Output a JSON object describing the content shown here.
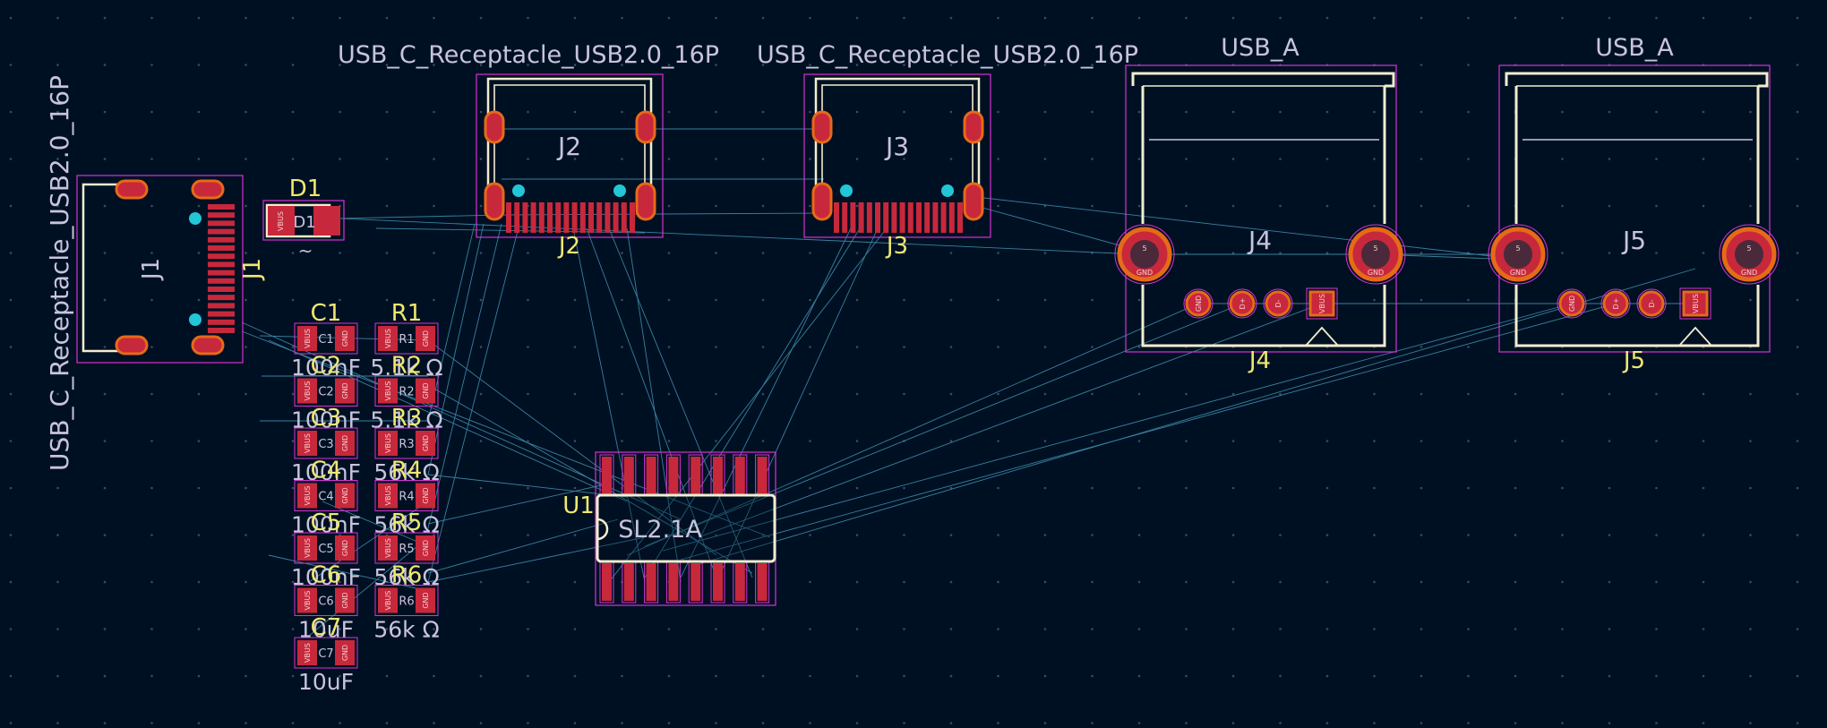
{
  "colors": {
    "background": "#001023",
    "grid": "#3c4a66",
    "courtyard": "#d633d6",
    "silkscreen": "#f2edcf",
    "pad_fill": "#c8283c",
    "pad_ring": "#e66a18",
    "via": "#22c6d6",
    "ratsnest": "#4aa7c8",
    "reference_text": "#f0e870",
    "fab_text": "#c8c4dc"
  },
  "footprints": {
    "j1": {
      "ref": "J1",
      "fab_ref": "J1",
      "value": "USB_C_Receptacle_USB2.0_16P"
    },
    "j2": {
      "ref": "J2",
      "fab_ref": "J2",
      "value": "USB_C_Receptacle_USB2.0_16P"
    },
    "j3": {
      "ref": "J3",
      "fab_ref": "J3",
      "value": "USB_C_Receptacle_USB2.0_16P"
    },
    "j4": {
      "ref": "J4",
      "fab_ref": "J4",
      "value": "USB_A",
      "pins": [
        "GND",
        "D+",
        "D-",
        "VBUS"
      ],
      "shield_num": "5",
      "shield_net": "GND"
    },
    "j5": {
      "ref": "J5",
      "fab_ref": "J5",
      "value": "USB_A",
      "pins": [
        "GND",
        "D+",
        "D-",
        "VBUS"
      ],
      "shield_num": "5",
      "shield_net": "GND"
    },
    "d1": {
      "ref": "D1",
      "fab_ref": "D1",
      "value": "~",
      "pad_net": "VBUS"
    },
    "u1": {
      "ref": "U1",
      "value": "SL2.1A"
    },
    "capacitors": [
      {
        "ref": "C1",
        "value": "100nF"
      },
      {
        "ref": "C2",
        "value": "100nF"
      },
      {
        "ref": "C3",
        "value": "100nF"
      },
      {
        "ref": "C4",
        "value": "100nF"
      },
      {
        "ref": "C5",
        "value": "100nF"
      },
      {
        "ref": "C6",
        "value": "10uF"
      },
      {
        "ref": "C7",
        "value": "10uF"
      }
    ],
    "resistors": [
      {
        "ref": "R1",
        "value": "5.1k Ω"
      },
      {
        "ref": "R2",
        "value": "5.1k Ω"
      },
      {
        "ref": "R3",
        "value": "56k Ω"
      },
      {
        "ref": "R4",
        "value": "56k Ω"
      },
      {
        "ref": "R5",
        "value": "56k Ω"
      },
      {
        "ref": "R6",
        "value": "56k Ω"
      }
    ],
    "passive_pad_nets": [
      "VBUS",
      "GND"
    ]
  }
}
